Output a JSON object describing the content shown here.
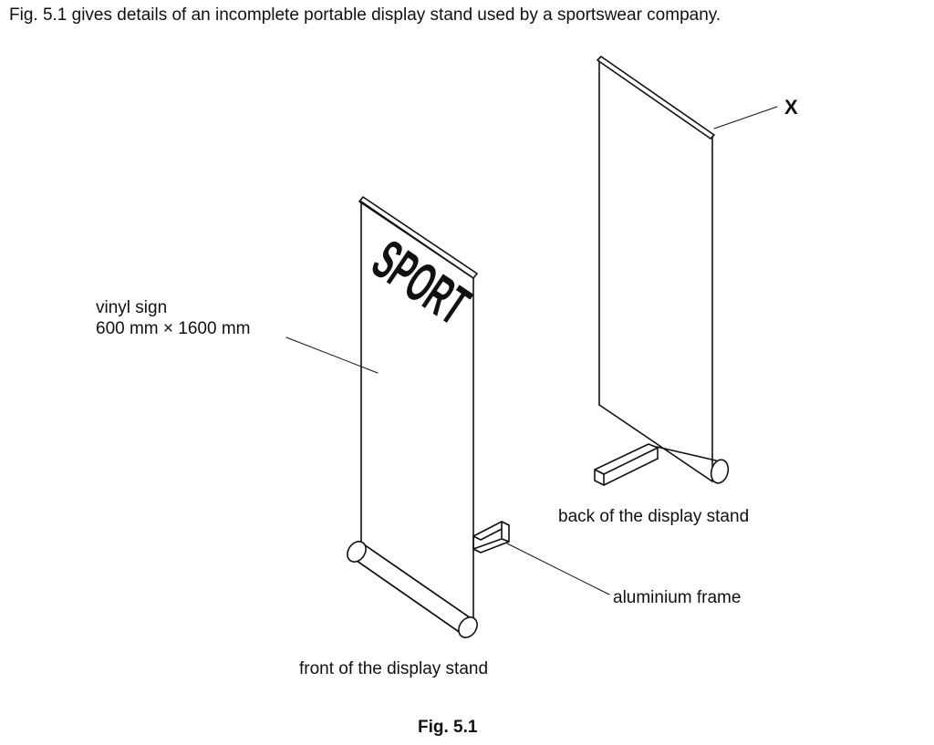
{
  "intro_text": "Fig. 5.1 gives details of an incomplete portable display stand used by a sportswear company.",
  "figure": {
    "sign_text": "SPORT",
    "labels": {
      "vinyl_sign_line1": "vinyl sign",
      "vinyl_sign_line2": "600 mm × 1600 mm",
      "back_of_stand": "back of the display stand",
      "aluminium_frame": "aluminium frame",
      "front_of_stand": "front of the display stand",
      "x_marker": "X"
    },
    "caption": "Fig. 5.1"
  }
}
